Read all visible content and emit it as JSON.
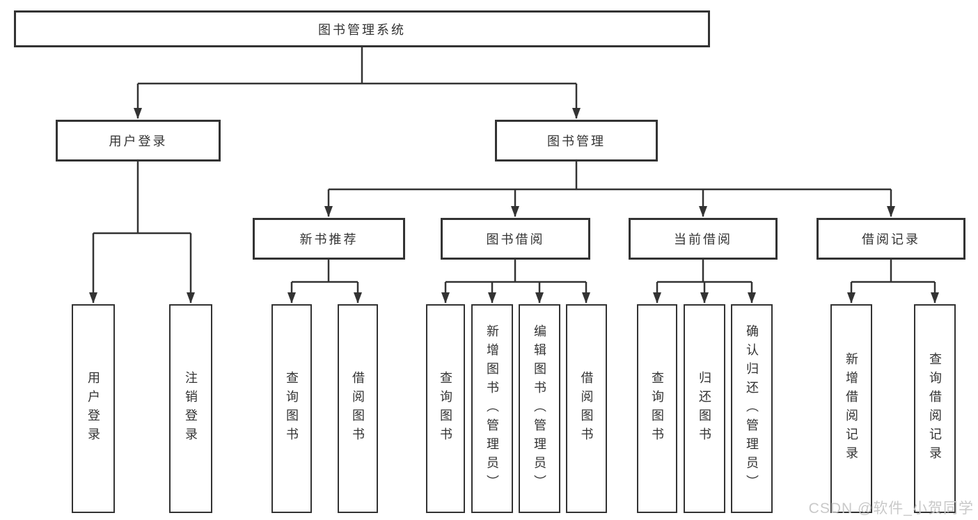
{
  "tree": {
    "label": "图书管理系统",
    "children": [
      {
        "label": "用户登录",
        "children": [
          {
            "label": "用户登录"
          },
          {
            "label": "注销登录"
          }
        ]
      },
      {
        "label": "图书管理",
        "children": [
          {
            "label": "新书推荐",
            "children": [
              {
                "label": "查询图书"
              },
              {
                "label": "借阅图书"
              }
            ]
          },
          {
            "label": "图书借阅",
            "children": [
              {
                "label": "查询图书"
              },
              {
                "label": "新增图书（管理员）"
              },
              {
                "label": "编辑图书（管理员）"
              },
              {
                "label": "借阅图书"
              }
            ]
          },
          {
            "label": "当前借阅",
            "children": [
              {
                "label": "查询图书"
              },
              {
                "label": "归还图书"
              },
              {
                "label": "确认归还（管理员）"
              }
            ]
          },
          {
            "label": "借阅记录",
            "children": [
              {
                "label": "新增借阅记录"
              },
              {
                "label": "查询借阅记录"
              }
            ]
          }
        ]
      }
    ]
  },
  "watermark": {
    "text": "CSDN @软件_小贺同学"
  },
  "colors": {
    "line": "#333333",
    "box_border": "#333333",
    "text": "#333333",
    "background": "#ffffff",
    "watermark": "#c9c9c9"
  }
}
